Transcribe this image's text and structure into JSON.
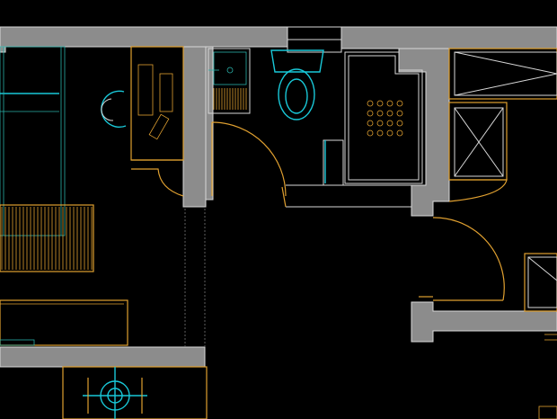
{
  "drawing": {
    "type": "floor-plan",
    "background": "#000000",
    "colors": {
      "wall_fill": "#8c8c8c",
      "wall_edge": "#d8d8d8",
      "furniture": "#e0a030",
      "fixtures_cyan": "#19c8d8",
      "teal_lines": "#2ab0a8"
    },
    "elements": [
      "bedroom-bed",
      "wardrobe",
      "desk-with-chair",
      "washbasin",
      "toilet",
      "shower-drain-grid",
      "swing-doors",
      "storage-shelving",
      "sofa",
      "round-table"
    ]
  }
}
